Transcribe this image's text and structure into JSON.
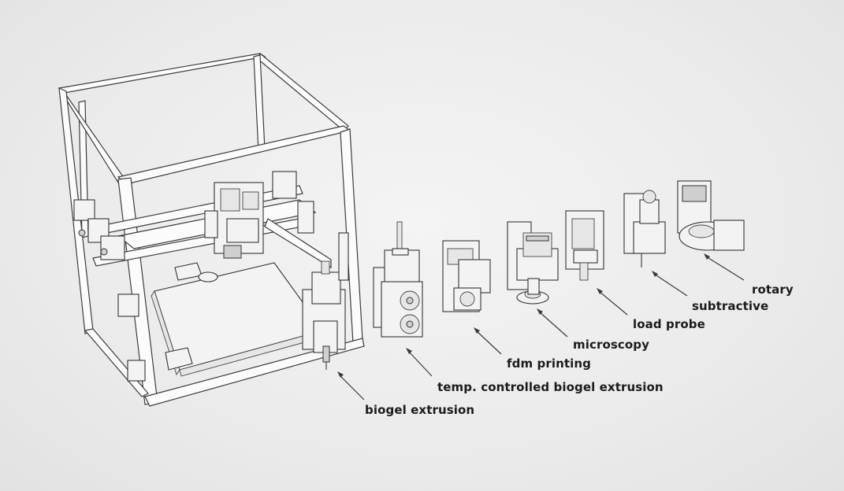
{
  "labels": {
    "rotary": "rotary",
    "subtractive": "subtractive",
    "load_probe": "load probe",
    "microscopy": "microscopy",
    "fdm_printing": "fdm printing",
    "temp_controlled": "temp. controlled biogel extrusion",
    "biogel_extrusion": "biogel extrusion"
  }
}
